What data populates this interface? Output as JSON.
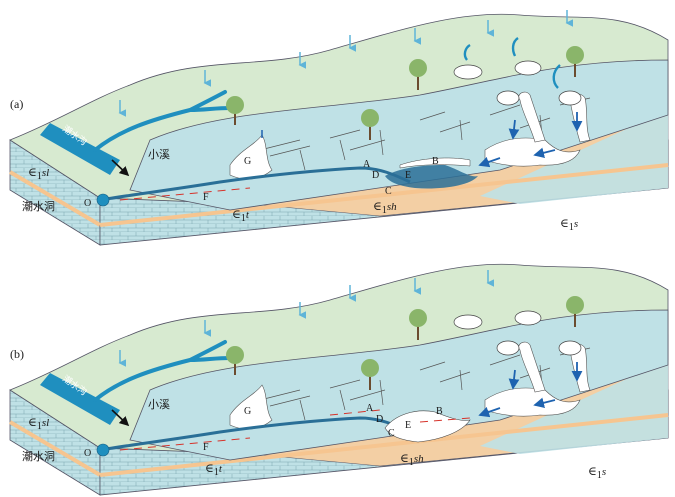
{
  "panels": [
    {
      "id": "a",
      "panel_label": "(a)",
      "stream_label": "小溪",
      "cave_label": "潮水洞",
      "channel_label": "潮水沟",
      "points": {
        "O": "O",
        "F": "F",
        "G": "G",
        "A": "A",
        "D": "D",
        "E": "E",
        "C": "C",
        "B": "B"
      },
      "formations": {
        "left": {
          "sym": "∈",
          "sub": "1",
          "name": "sl"
        },
        "middle": {
          "sym": "∈",
          "sub": "1",
          "name": "t"
        },
        "shale": {
          "sym": "∈",
          "sub": "1",
          "name": "sh"
        },
        "right": {
          "sym": "∈",
          "sub": "1",
          "name": "s"
        }
      }
    },
    {
      "id": "b",
      "panel_label": "(b)",
      "stream_label": "小溪",
      "cave_label": "潮水洞",
      "channel_label": "潮水沟",
      "points": {
        "O": "O",
        "F": "F",
        "G": "G",
        "A": "A",
        "D": "D",
        "E": "E",
        "C": "C",
        "B": "B"
      },
      "formations": {
        "left": {
          "sym": "∈",
          "sub": "1",
          "name": "sl"
        },
        "middle": {
          "sym": "∈",
          "sub": "1",
          "name": "t"
        },
        "shale": {
          "sym": "∈",
          "sub": "1",
          "name": "sh"
        },
        "right": {
          "sym": "∈",
          "sub": "1",
          "name": "s"
        }
      }
    }
  ],
  "colors": {
    "surface_green": "#d7ead0",
    "limestone": "#bfe1e6",
    "shale": "#f3cfa4",
    "water": "#1f8fbf",
    "water_dark": "#2a6f97",
    "rain": "#5fb4d8",
    "bedding": "#f6c590",
    "tree_leaf": "#8ab56a",
    "flow_arrow": "#1e63b0",
    "red_dash": "#d6332b"
  }
}
